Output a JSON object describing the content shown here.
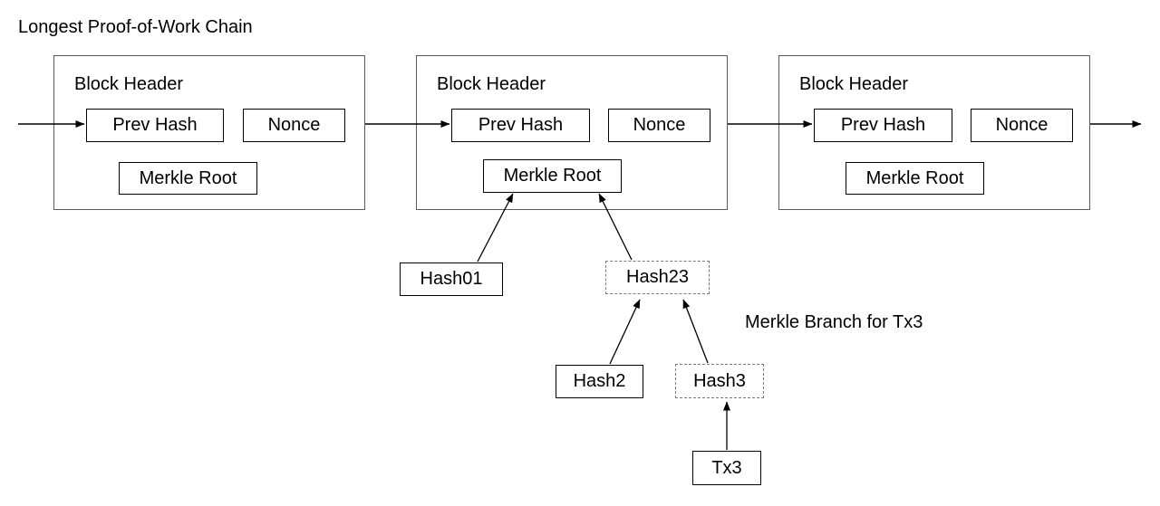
{
  "diagram": {
    "title": "Longest Proof-of-Work Chain",
    "side_label": "Merkle Branch for Tx3",
    "colors": {
      "block_border": "#5b5b5b",
      "field_border": "#000000",
      "dashed_border": "#7a7a7a",
      "edge": "#000000",
      "text": "#000000",
      "background": "#ffffff"
    }
  },
  "blocks": [
    {
      "header_label": "Block Header",
      "prev_hash_label": "Prev Hash",
      "nonce_label": "Nonce",
      "merkle_root_label": "Merkle Root"
    },
    {
      "header_label": "Block Header",
      "prev_hash_label": "Prev Hash",
      "nonce_label": "Nonce",
      "merkle_root_label": "Merkle Root"
    },
    {
      "header_label": "Block Header",
      "prev_hash_label": "Prev Hash",
      "nonce_label": "Nonce",
      "merkle_root_label": "Merkle Root"
    }
  ],
  "merkle_nodes": [
    {
      "label": "Hash01",
      "style": "solid"
    },
    {
      "label": "Hash23",
      "style": "dashed"
    },
    {
      "label": "Hash2",
      "style": "solid"
    },
    {
      "label": "Hash3",
      "style": "dashed"
    },
    {
      "label": "Tx3",
      "style": "solid"
    }
  ]
}
